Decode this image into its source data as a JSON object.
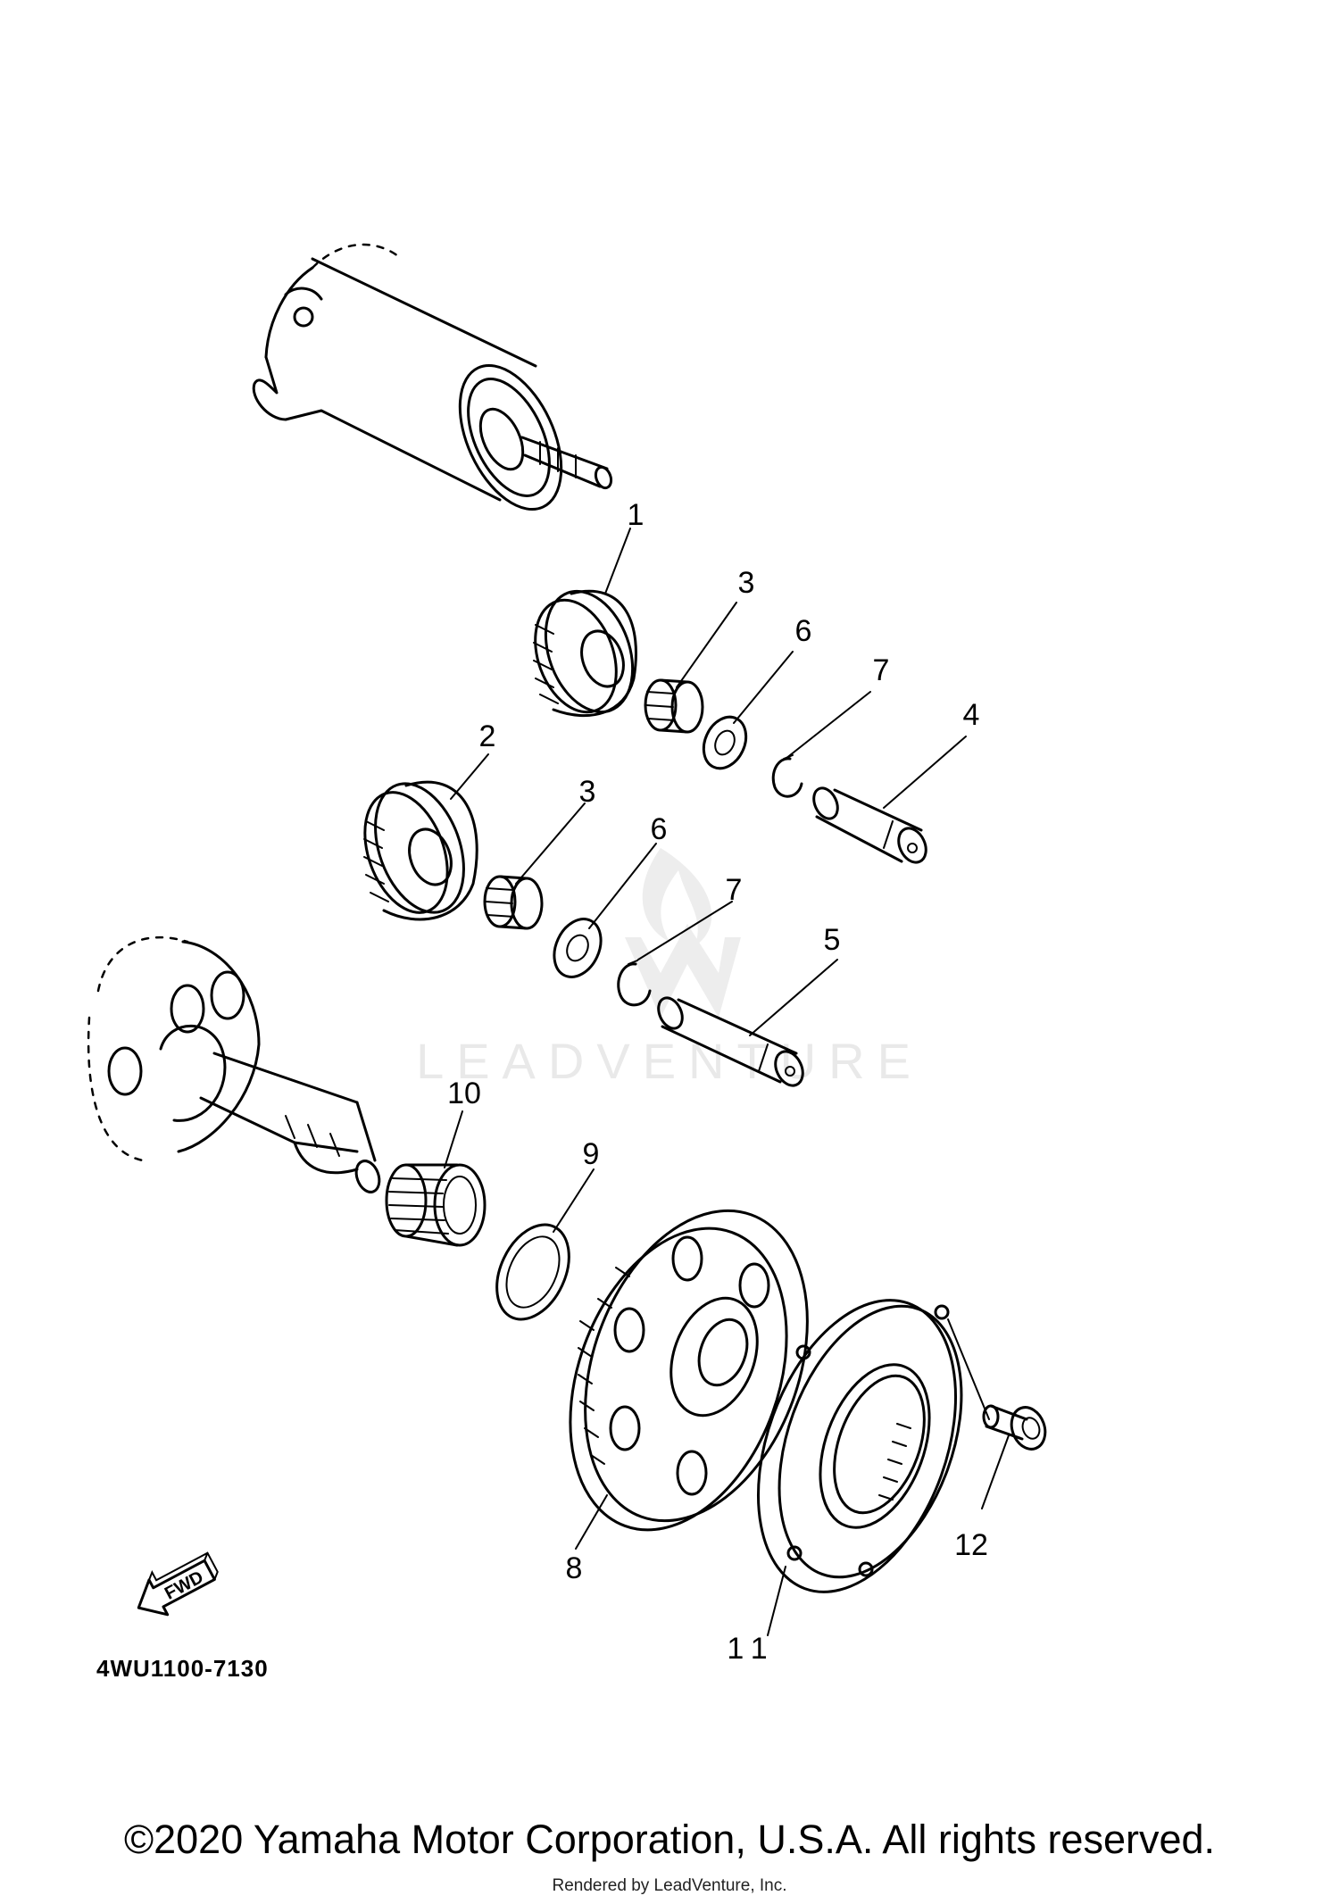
{
  "diagram_code": "4WU1100-7130",
  "fwd_label": "FWD",
  "watermark": "LEADVENTURE",
  "copyright": "©2020 Yamaha Motor Corporation, U.S.A. All rights reserved.",
  "rendered_by": "Rendered by LeadVenture, Inc.",
  "callouts": [
    {
      "label": "1"
    },
    {
      "label": "3"
    },
    {
      "label": "6"
    },
    {
      "label": "7"
    },
    {
      "label": "4"
    },
    {
      "label": "2"
    },
    {
      "label": "3"
    },
    {
      "label": "6"
    },
    {
      "label": "7"
    },
    {
      "label": "5"
    },
    {
      "label": "10"
    },
    {
      "label": "9"
    },
    {
      "label": "8"
    },
    {
      "label": "11"
    },
    {
      "label": "12"
    }
  ]
}
